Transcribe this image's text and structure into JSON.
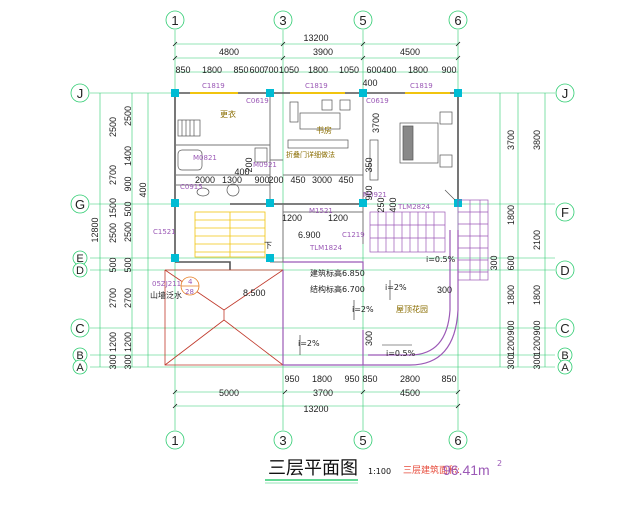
{
  "title": "三层平面图",
  "scale": "1:100",
  "area_label": "三层建筑面积:",
  "area_value": "96.41m",
  "area_sup": "2",
  "top_total": "13200",
  "bottom_total": "13200",
  "left_total": "12800",
  "top_spans": [
    "4800",
    "3900",
    "4500"
  ],
  "top_detail": [
    "850",
    "1800",
    "850",
    "600",
    "700",
    "1050",
    "1800",
    "1050",
    "600",
    "400",
    "1800",
    "900"
  ],
  "bottom_detail": [
    "950",
    "1800",
    "950",
    "850",
    "2800",
    "850"
  ],
  "bottom_spans": [
    "5000",
    "3700",
    "4500"
  ],
  "left_outer": [
    "2500",
    "2700",
    "1500",
    "2500",
    "500",
    "2700",
    "1200",
    "300"
  ],
  "left_inner": [
    "2500",
    "1400",
    "900",
    "400",
    "500",
    "2500",
    "500",
    "2700",
    "1200",
    "300"
  ],
  "right_outer": [
    "3800",
    "2100",
    "1800",
    "900",
    "1200",
    "300"
  ],
  "right_inner": [
    "3700",
    "1800",
    "600",
    "300",
    "1800",
    "900",
    "1200",
    "300"
  ],
  "col_axes": [
    "1",
    "3",
    "5",
    "6"
  ],
  "row_axes_left": [
    "J",
    "G",
    "E",
    "D",
    "C",
    "B",
    "A"
  ],
  "row_axes_right": [
    "J",
    "F",
    "D",
    "C",
    "B",
    "A"
  ],
  "rooms": {
    "bathroom": "更衣",
    "study": "书房",
    "bedroom_label": "3700",
    "roof_garden": "屋顶花园",
    "elev_6900": "6.900",
    "elev_8500": "8.500",
    "elev_6850": "建筑标高6.850",
    "elev_6700": "结构标高6.700",
    "down": "下",
    "slope1": "i=0.5%",
    "slope2": "i=2%",
    "slope3": "i=2%",
    "slope4": "i=2%",
    "slope5": "i=0.5%",
    "dim_300a": "300",
    "dim_300b": "300",
    "wall_note": "山墙泛水",
    "std_ref": "05ZJ211",
    "std_circle_top": "4",
    "std_circle_bot": "28"
  },
  "codes": {
    "c1819_a": "C1819",
    "c0619_a": "C0619",
    "c1819_b": "C1819",
    "c0619_b": "C0619",
    "c1819_c": "C1819",
    "m0821": "M0821",
    "m0921": "M0921",
    "c0915": "C0915",
    "m1521": "M1521",
    "m0921b": "M0921",
    "c1521": "C1521",
    "c1219": "C1219",
    "tlm1824": "TLM1824",
    "tlm2824": "TLM2824",
    "note_door": "折叠门详细做法"
  },
  "misc_dims": [
    "2000",
    "1300",
    "900",
    "200",
    "450",
    "3000",
    "450",
    "1200",
    "1200",
    "400",
    "400",
    "200",
    "400",
    "350",
    "900",
    "250",
    "3700"
  ]
}
